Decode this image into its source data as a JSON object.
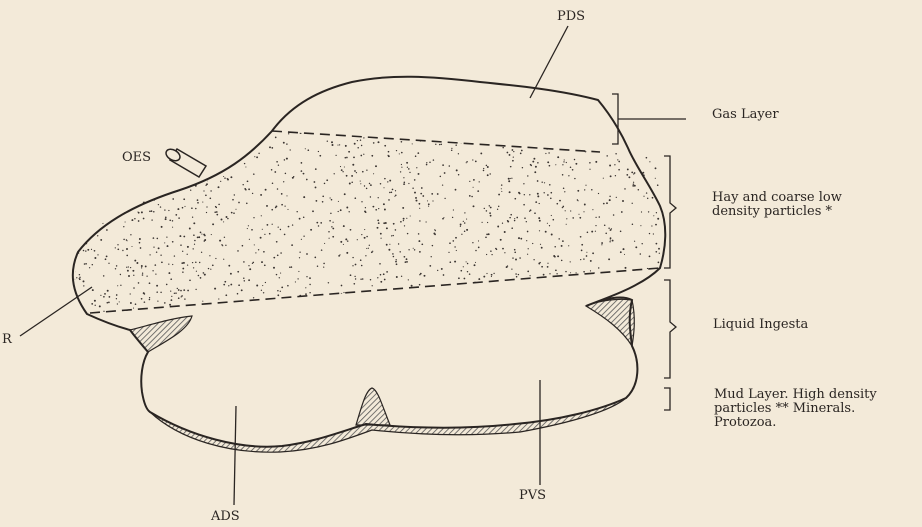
{
  "labels": {
    "pds": "PDS",
    "oes": "OES",
    "r": "R",
    "ads": "ADS",
    "pvs": "PVS"
  },
  "layers": {
    "gas": "Gas Layer",
    "hay": "Hay and coarse low\ndensity particles *",
    "liquid": "Liquid Ingesta",
    "mud": "Mud Layer. High density\nparticles ** Minerals.\nProtozoa."
  },
  "colors": {
    "background": "#f3ead9",
    "ink": "#2a2522",
    "hatch": "#6b6661"
  }
}
